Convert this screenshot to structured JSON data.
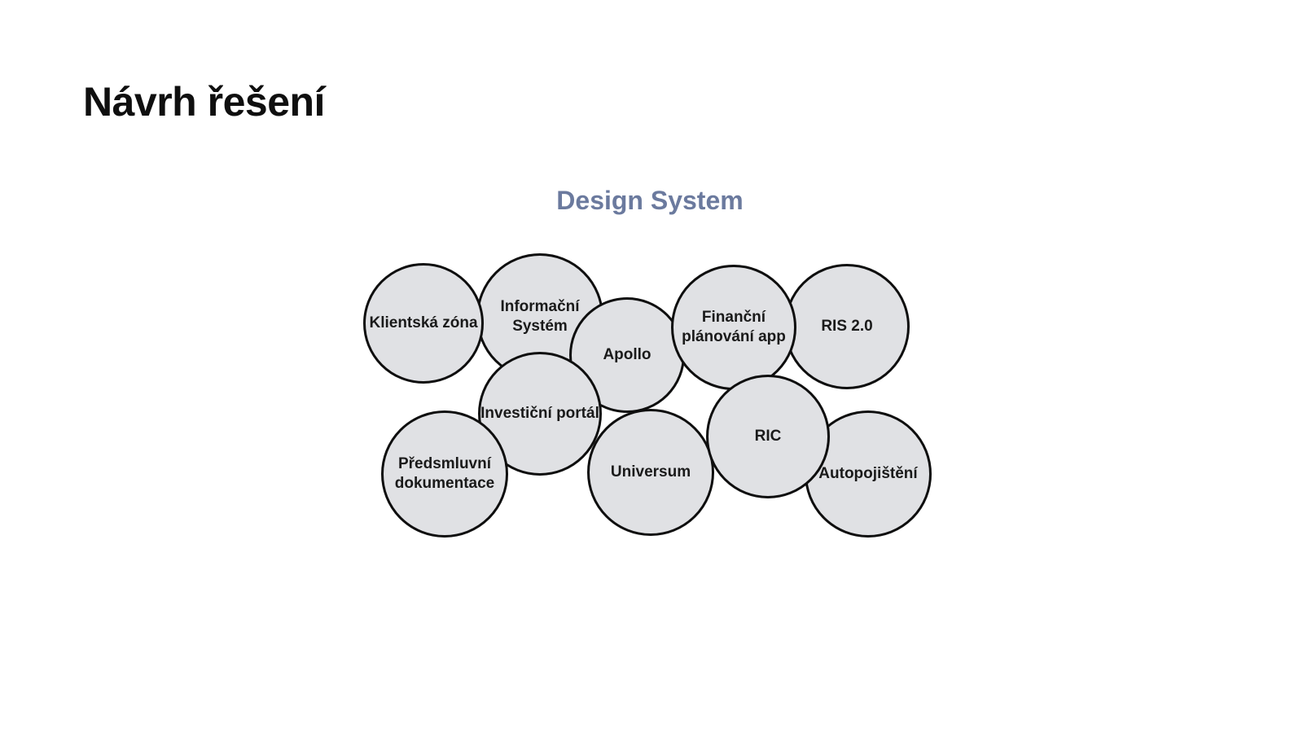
{
  "page": {
    "title": "Návrh řešení",
    "diagram_label": "Design System"
  },
  "colors": {
    "background": "#ffffff",
    "circle_fill": "#e0e1e4",
    "circle_stroke": "#0e0e0e",
    "title_color": "#0f0f0f",
    "diagram_label_color": "#6b7a9e",
    "circle_label_color": "#1a1a1a"
  },
  "circles": [
    {
      "id": "klientska-zona",
      "label": "Klientská zóna"
    },
    {
      "id": "informacni-system",
      "label": "Informační Systém"
    },
    {
      "id": "apollo",
      "label": "Apollo"
    },
    {
      "id": "financni-planovani-app",
      "label": "Finanční plánování app"
    },
    {
      "id": "ris-2-0",
      "label": "RIS 2.0"
    },
    {
      "id": "investicni-portal",
      "label": "Investiční portál"
    },
    {
      "id": "predsmluvni-dokumentace",
      "label": "Předsmluvní dokumentace"
    },
    {
      "id": "universum",
      "label": "Universum"
    },
    {
      "id": "ric",
      "label": "RIC"
    },
    {
      "id": "autopojisteni",
      "label": "Autopojištění"
    }
  ]
}
